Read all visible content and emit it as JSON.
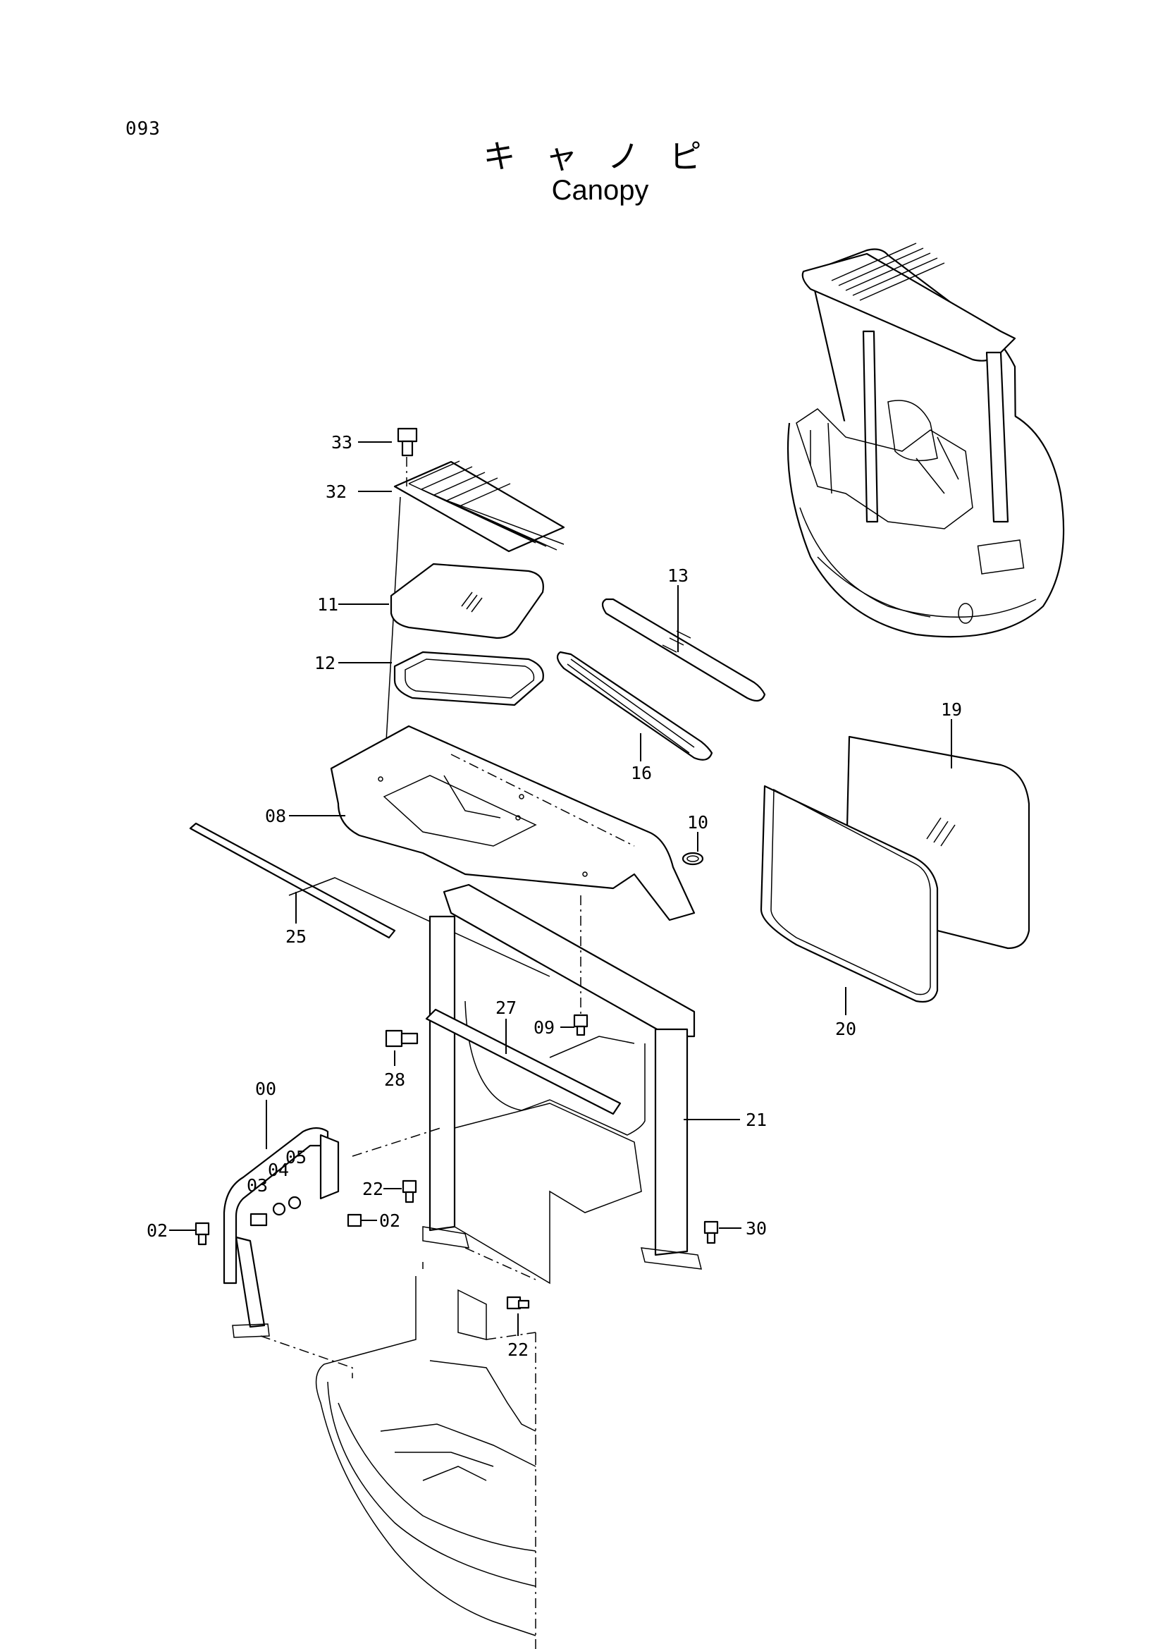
{
  "page_number": "093",
  "title_ja": "キャノピ",
  "title_en": "Canopy",
  "callouts": [
    {
      "id": "33",
      "part": "canopy-bolt"
    },
    {
      "id": "32",
      "part": "canopy-guard-grille"
    },
    {
      "id": "11",
      "part": "roof-glass"
    },
    {
      "id": "12",
      "part": "roof-glass-seal"
    },
    {
      "id": "13",
      "part": "side-glass"
    },
    {
      "id": "16",
      "part": "side-glass-seal"
    },
    {
      "id": "08",
      "part": "canopy-roof"
    },
    {
      "id": "10",
      "part": "grommet"
    },
    {
      "id": "19",
      "part": "front-window-glass"
    },
    {
      "id": "20",
      "part": "front-window-seal"
    },
    {
      "id": "25",
      "part": "weather-strip"
    },
    {
      "id": "27",
      "part": "support-rod"
    },
    {
      "id": "09",
      "part": "roof-bolt"
    },
    {
      "id": "28",
      "part": "rod-bolt"
    },
    {
      "id": "21",
      "part": "canopy-frame"
    },
    {
      "id": "00",
      "part": "handrail-assembly"
    },
    {
      "id": "05",
      "part": "handrail-nut"
    },
    {
      "id": "04",
      "part": "handrail-washer"
    },
    {
      "id": "03",
      "part": "handrail-bolt"
    },
    {
      "id": "22",
      "part": "frame-bolt-upper"
    },
    {
      "id": "02",
      "part": "handrail-mount-bolt-left"
    },
    {
      "id": "02",
      "part": "handrail-mount-bolt-right"
    },
    {
      "id": "30",
      "part": "frame-bolt-right"
    },
    {
      "id": "22",
      "part": "frame-bolt-lower"
    }
  ]
}
